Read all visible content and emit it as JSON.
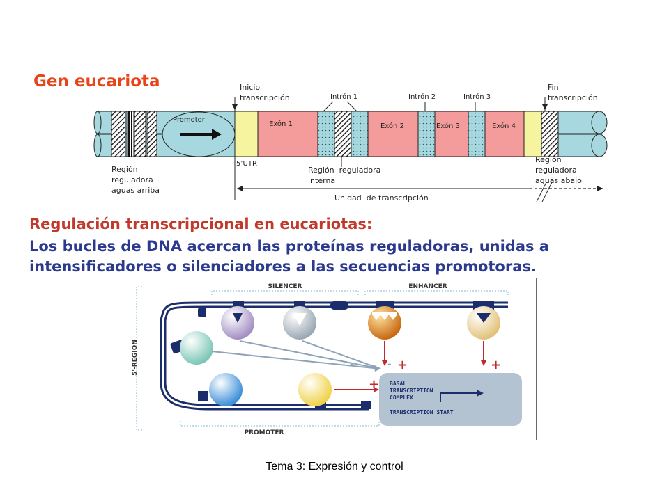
{
  "gene": {
    "title": "Gen eucariota",
    "inicio": [
      "Inicio",
      "transcripción"
    ],
    "fin": [
      "Fin",
      "transcripción"
    ],
    "introns": [
      "Intrón 1",
      "Intrón 2",
      "Intrón 3"
    ],
    "exons": [
      "Exón 1",
      "Exón 2",
      "Exón 3",
      "Exón 4"
    ],
    "promotor": "Promotor",
    "utr": "5’UTR",
    "region_arriba": [
      "Región",
      "reguladora",
      "aguas arriba"
    ],
    "region_interna": [
      "Región  reguladora",
      "interna"
    ],
    "region_abajo": [
      "Región",
      "reguladora",
      "aguas abajo"
    ],
    "unidad": "Unidad  de transcripción",
    "colors": {
      "dna": "#a8d8df",
      "exon": "#f49b9b",
      "utr": "#f7f4a0",
      "intron": "#a8d8df"
    }
  },
  "regulation": {
    "title": "Regulación transcripcional en eucariotas:",
    "line1": "Los bucles de DNA acercan las proteínas reguladoras, unidas a",
    "line2": "intensificadores o silenciadores a las secuencias promotoras."
  },
  "figure": {
    "silencer": "SILENCER",
    "enhancer": "ENHANCER",
    "region": "5'-REGION",
    "promoter": "PROMOTER",
    "complex": [
      "BASAL",
      "TRANSCRIPTION",
      "COMPLEX"
    ],
    "start": "TRANSCRIPTION START",
    "plus": "+",
    "minus": "-"
  },
  "footer": "Tema 3: Expresión y control"
}
